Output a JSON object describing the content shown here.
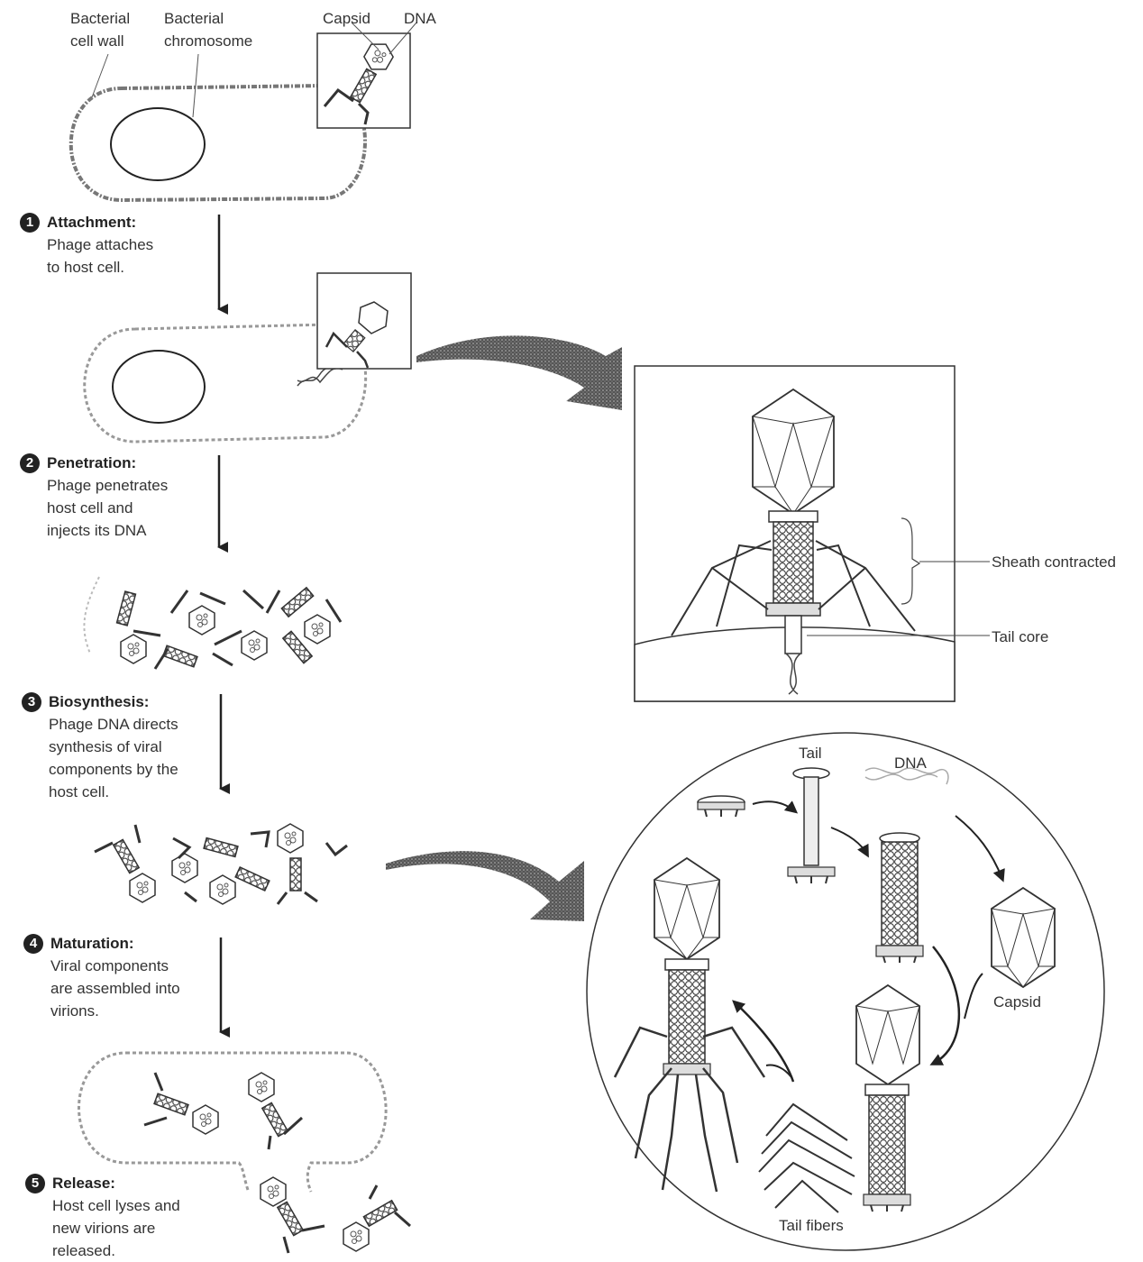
{
  "labels": {
    "cell_wall": "Bacterial\ncell wall",
    "chromosome": "Bacterial\nchromosome",
    "capsid_top": "Capsid",
    "dna_top": "DNA",
    "sheath": "Sheath contracted",
    "tail_core": "Tail core",
    "tail": "Tail",
    "dna_circle": "DNA",
    "capsid_circle": "Capsid",
    "tail_fibers": "Tail fibers"
  },
  "steps": [
    {
      "num": "1",
      "title": "Attachment:",
      "desc": "Phage attaches\nto host cell."
    },
    {
      "num": "2",
      "title": "Penetration:",
      "desc": "Phage penetrates\nhost cell and\ninjects its DNA"
    },
    {
      "num": "3",
      "title": "Biosynthesis:",
      "desc": "Phage DNA directs\nsynthesis of viral\ncomponents by the\nhost cell."
    },
    {
      "num": "4",
      "title": "Maturation:",
      "desc": "Viral components\nare assembled into\nvirions."
    },
    {
      "num": "5",
      "title": "Release:",
      "desc": "Host cell lyses and\nnew virions are\nreleased."
    }
  ]
}
